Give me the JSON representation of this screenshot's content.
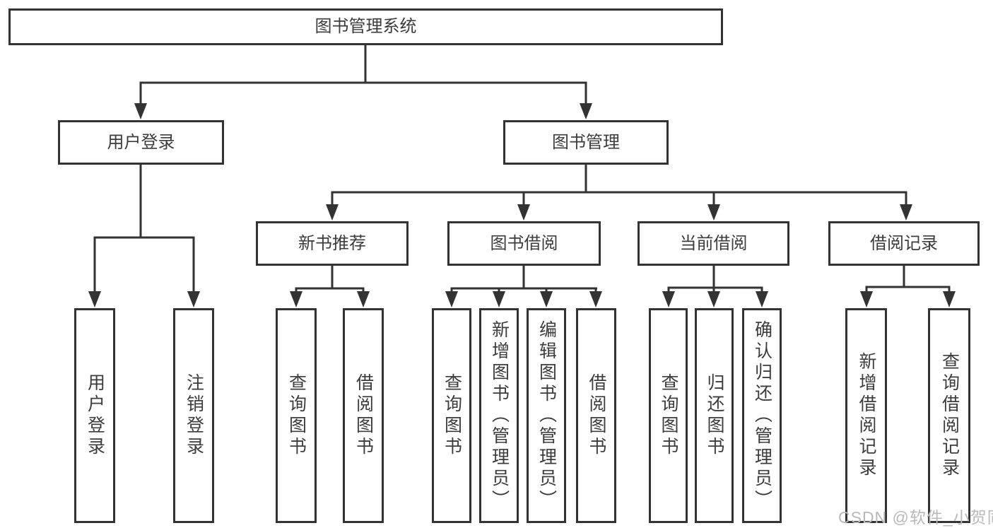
{
  "diagram": {
    "nodes": {
      "root": {
        "label": "图书管理系统"
      },
      "user_login": {
        "label": "用户登录"
      },
      "book_mgmt": {
        "label": "图书管理"
      },
      "new_book_rec": {
        "label": "新书推荐"
      },
      "book_borrow": {
        "label": "图书借阅"
      },
      "current_borrow": {
        "label": "当前借阅"
      },
      "borrow_record": {
        "label": "借阅记录"
      },
      "login_user": {
        "label": "用户登录"
      },
      "logout": {
        "label": "注销登录"
      },
      "rec_query": {
        "label": "查询图书"
      },
      "rec_borrow": {
        "label": "借阅图书"
      },
      "bb_query": {
        "label": "查询图书"
      },
      "bb_add": {
        "label": "新增图书（管理员）"
      },
      "bb_edit": {
        "label": "编辑图书（管理员）"
      },
      "bb_borrow": {
        "label": "借阅图书"
      },
      "cb_query": {
        "label": "查询图书"
      },
      "cb_return": {
        "label": "归还图书"
      },
      "cb_confirm": {
        "label": "确认归还（管理员）"
      },
      "br_add": {
        "label": "新增借阅记录"
      },
      "br_query": {
        "label": "查询借阅记录"
      }
    },
    "watermark": "CSDN @软件_小贺同学",
    "colors": {
      "line": "#333333",
      "text": "#3c3c3c",
      "box_background": "#ffffff",
      "watermark": "#b9b9b9",
      "background": "#ffffff"
    }
  }
}
